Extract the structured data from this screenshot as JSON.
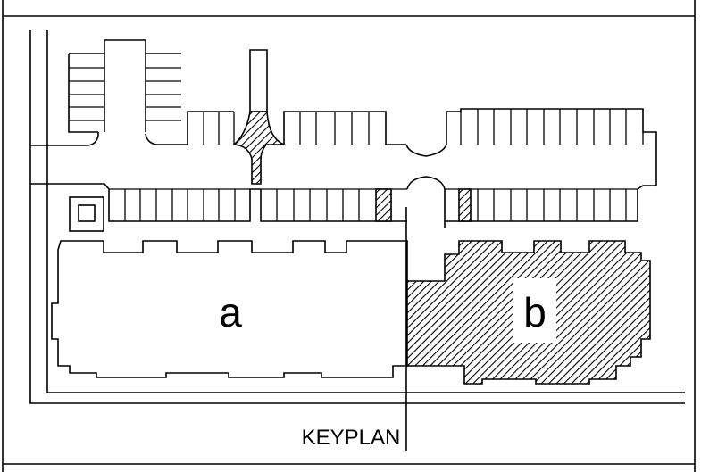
{
  "labels": {
    "building_a": "a",
    "building_b": "b",
    "caption": "KEYPLAN"
  },
  "colors": {
    "line": "#000000",
    "background": "#ffffff",
    "hatch": "#000000"
  }
}
